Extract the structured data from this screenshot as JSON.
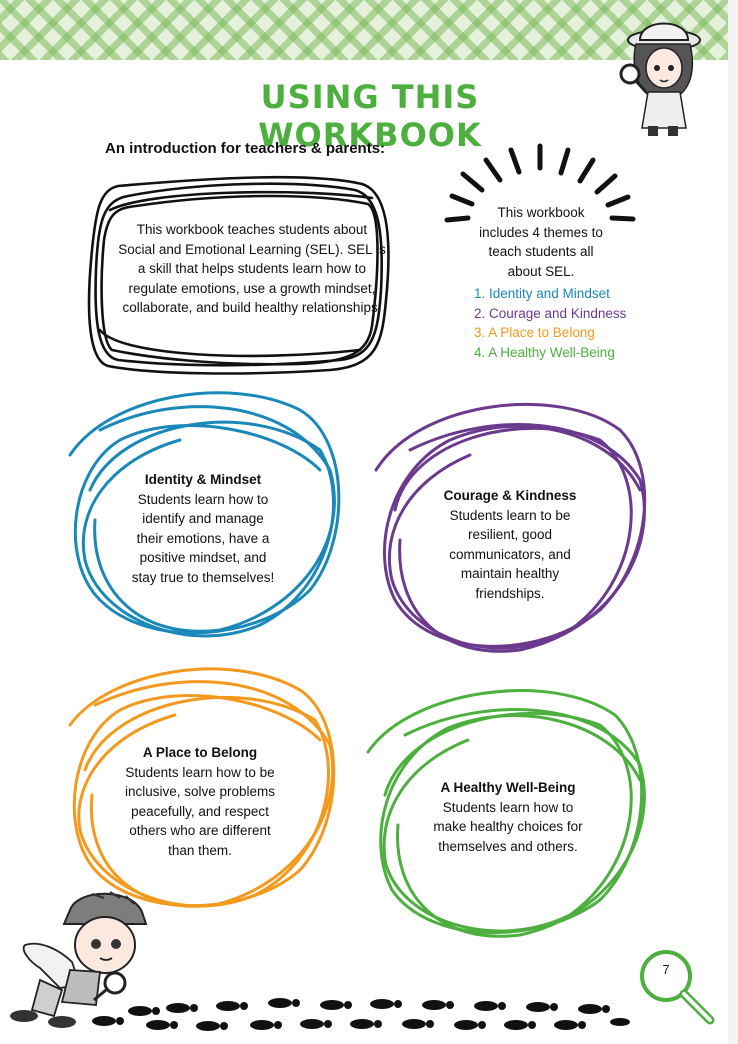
{
  "page": {
    "title": "USING THIS WORKBOOK",
    "intro_heading": "An introduction for teachers & parents:",
    "page_number": "7"
  },
  "sel_intro": {
    "text": "This workbook teaches students about Social and Emotional Learning (SEL). SEL is a skill that helps students learn how to regulate emotions, use a growth mindset, collaborate, and build healthy relationships."
  },
  "themes_intro": {
    "text": "This workbook includes 4 themes to teach students all about SEL.",
    "items": [
      {
        "label": "1. Identity and Mindset",
        "color": "#1a88b8"
      },
      {
        "label": "2. Courage and Kindness",
        "color": "#6b3a8e"
      },
      {
        "label": "3. A Place to Belong",
        "color": "#f39a1e"
      },
      {
        "label": "4. A Healthy Well-Being",
        "color": "#4caf3e"
      }
    ]
  },
  "themes": [
    {
      "heading": "Identity & Mindset",
      "body": "Students learn how to identify and manage their emotions, have a positive mindset, and stay true to themselves!",
      "color": "#1a88b8"
    },
    {
      "heading": "Courage & Kindness",
      "body": "Students learn to be resilient, good communicators, and maintain healthy friendships.",
      "color": "#6b3a8e"
    },
    {
      "heading": "A Place to Belong",
      "body": "Students learn how to be inclusive, solve problems peacefully, and respect others who are different than them.",
      "color": "#f39a1e"
    },
    {
      "heading": "A Healthy Well-Being",
      "body": "Students learn how to make healthy choices for themselves and others.",
      "color": "#4caf3e"
    }
  ],
  "colors": {
    "title_green": "#4caf3e",
    "banner_green": "#7eba5c"
  },
  "icons": [
    "detective-girl-illustration",
    "detective-boy-illustration",
    "magnifying-glass-icon",
    "footprints-icon"
  ]
}
